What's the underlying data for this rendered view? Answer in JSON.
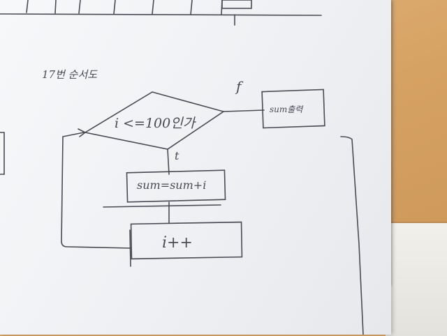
{
  "flowchart": {
    "heading": "17번 순서도",
    "decision": "i <=100인가",
    "true_label": "t",
    "false_label": "f",
    "false_box": "sum출력",
    "process_1": "sum=sum+i",
    "process_2": "i++"
  },
  "colors": {
    "ink": "#4a4a55",
    "paper": "#f2f3f6",
    "desk": "#d6a263"
  }
}
